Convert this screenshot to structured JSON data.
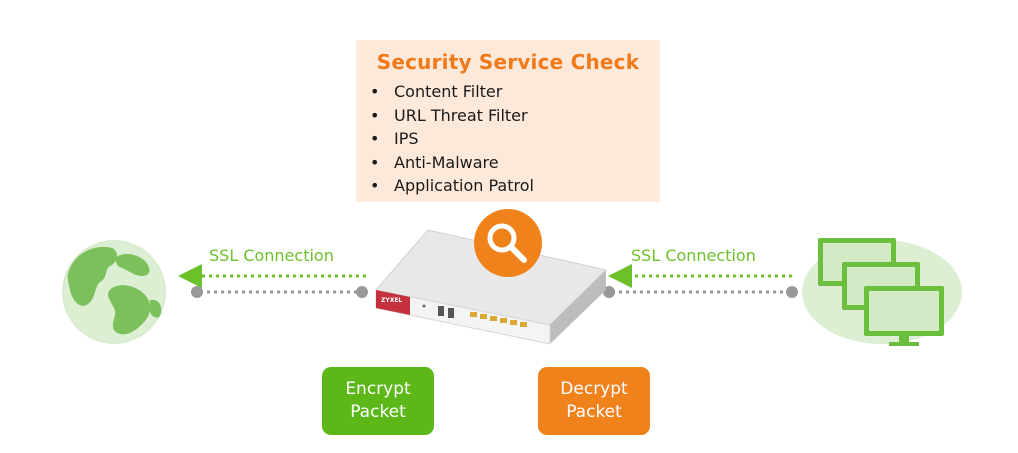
{
  "security_check": {
    "title": "Security Service Check",
    "bullet": "•",
    "items": [
      "Content Filter",
      "URL Threat Filter",
      "IPS",
      "Anti-Malware",
      "Application Patrol"
    ]
  },
  "connections": {
    "left_label": "SSL Connection",
    "right_label": "SSL Connection"
  },
  "device": {
    "brand": "ZYXEL"
  },
  "packets": {
    "encrypt": {
      "line1": "Encrypt",
      "line2": "Packet",
      "color": "#5cb818"
    },
    "decrypt": {
      "line1": "Decrypt",
      "line2": "Packet",
      "color": "#f0821c"
    }
  },
  "colors": {
    "accent_orange": "#f07a1a",
    "accent_green": "#6cc12b",
    "box_bg": "#fde9d9",
    "globe_green": "#7cc05c",
    "device_red": "#c4303c"
  },
  "icons": {
    "left": "globe-icon",
    "center": "magnifier-icon",
    "right": "computers-icon"
  }
}
